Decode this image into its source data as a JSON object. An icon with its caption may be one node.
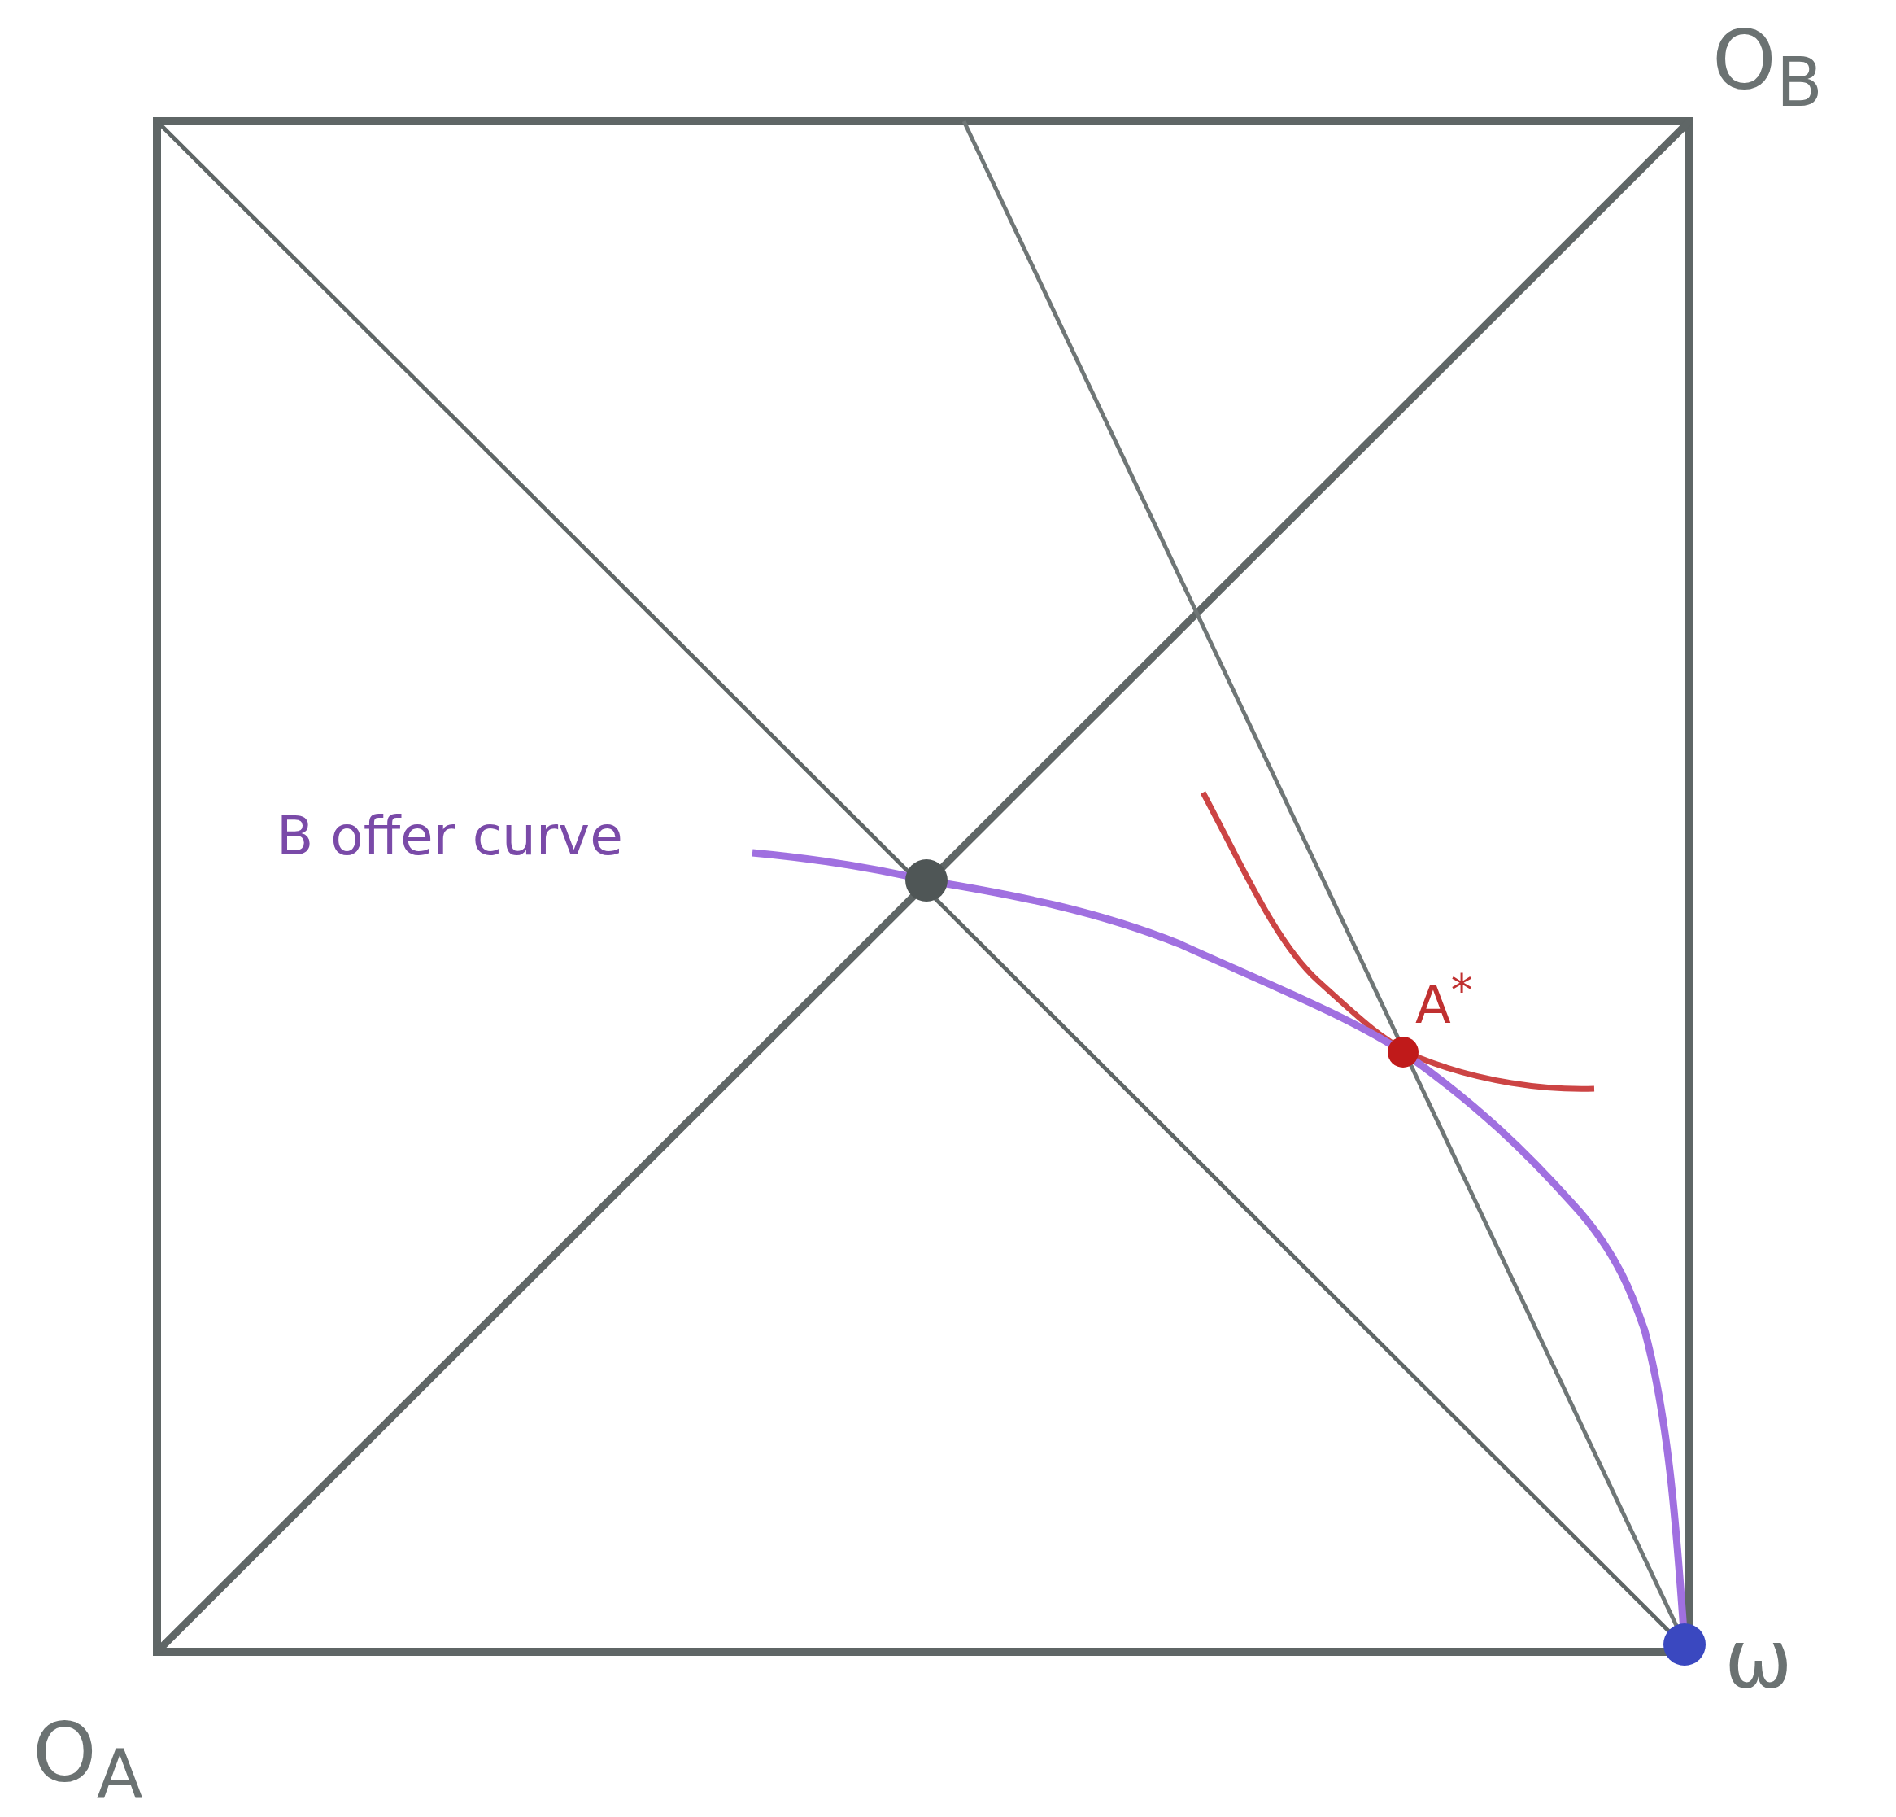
{
  "diagram": {
    "labels": [
      "O$_{B}$",
      "B offer curve",
      "A$^{*}$",
      "ω",
      "O$_{A}$"
    ]
  }
}
